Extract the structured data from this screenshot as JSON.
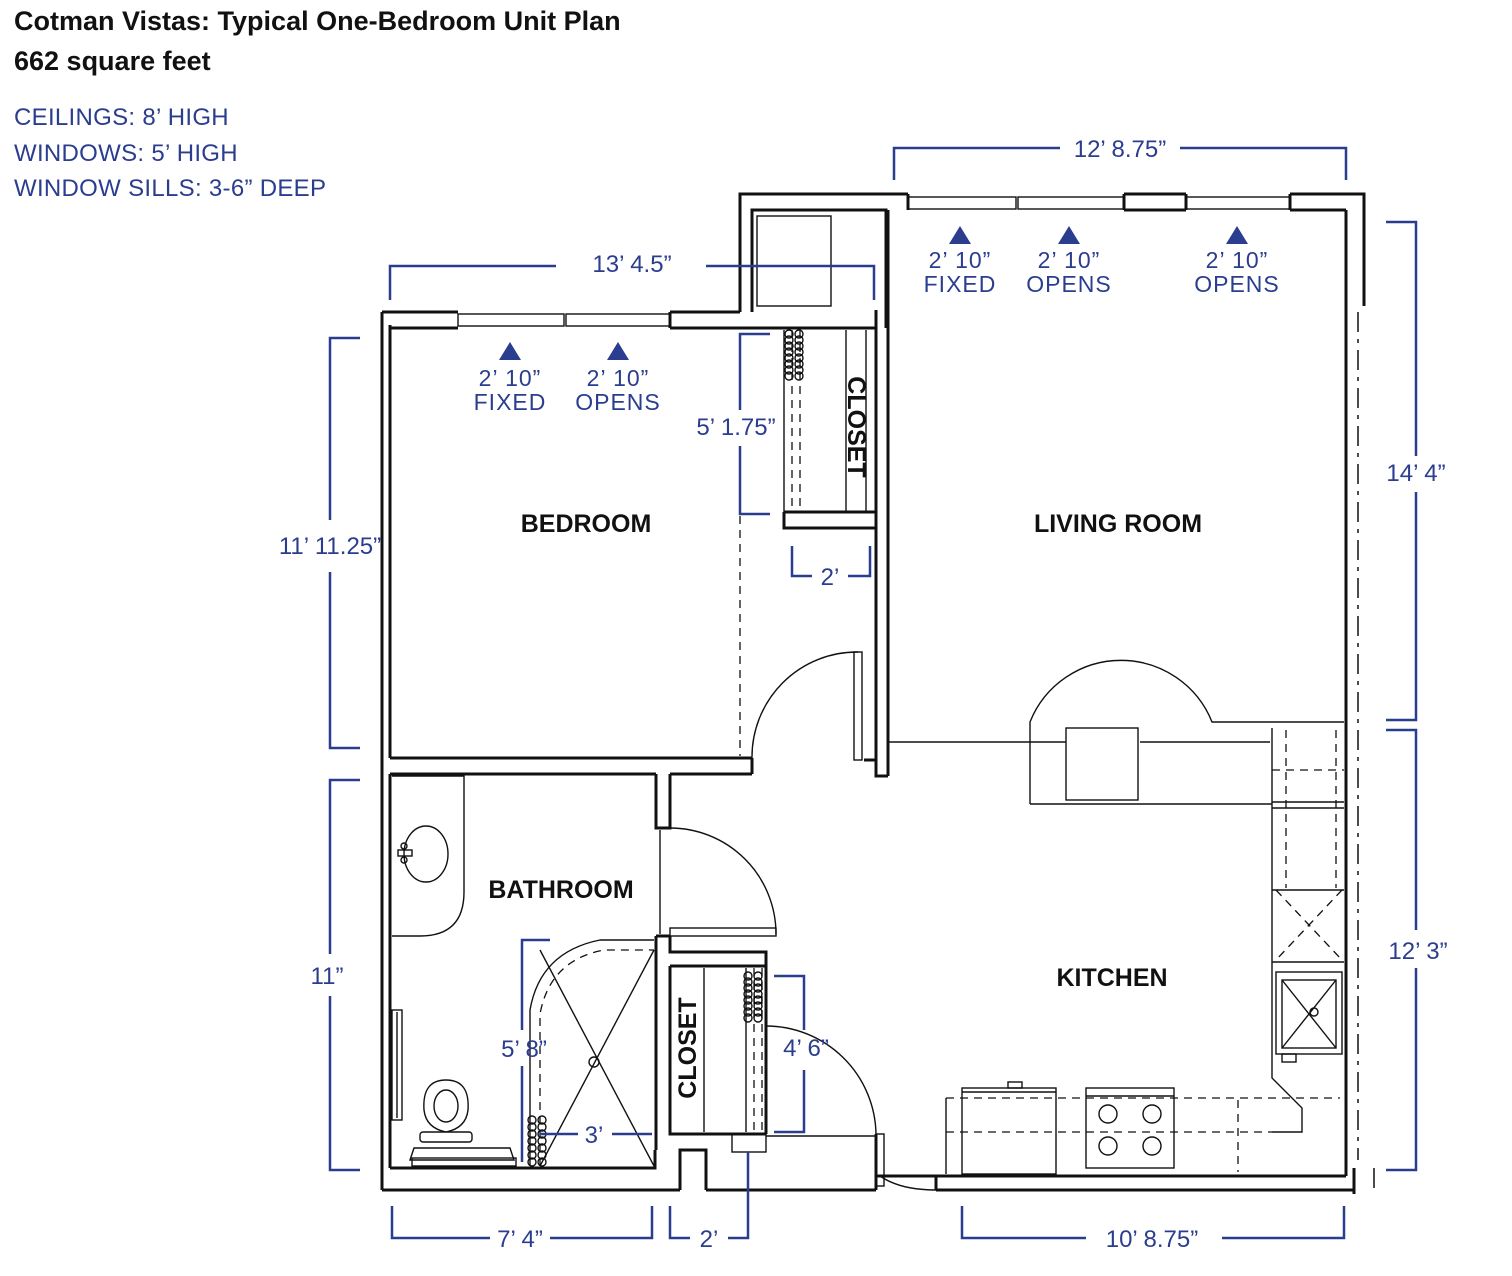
{
  "header": {
    "title": "Cotman Vistas: Typical One-Bedroom Unit Plan",
    "area": "662 square feet"
  },
  "specs": [
    "CEILINGS: 8’ HIGH",
    "WINDOWS: 5’ HIGH",
    "WINDOW SILLS: 3-6” DEEP"
  ],
  "rooms": {
    "bedroom": "BEDROOM",
    "living_room": "LIVING ROOM",
    "bathroom": "BATHROOM",
    "kitchen": "KITCHEN",
    "closet_bedroom": "CLOSET",
    "closet_hall": "CLOSET"
  },
  "windows": {
    "bedroom": [
      {
        "size": "2’ 10”",
        "type": "FIXED"
      },
      {
        "size": "2’ 10”",
        "type": "OPENS"
      }
    ],
    "living": [
      {
        "size": "2’ 10”",
        "type": "FIXED"
      },
      {
        "size": "2’ 10”",
        "type": "OPENS"
      },
      {
        "size": "2’ 10”",
        "type": "OPENS"
      }
    ]
  },
  "dimensions": {
    "living_width": "12’ 8.75”",
    "bedroom_width": "13’ 4.5”",
    "bedroom_depth": "11’ 11.25”",
    "closet_depth": "5’ 1.75”",
    "closet_width": "2’",
    "living_depth": "14’ 4”",
    "bathroom_depth": "11”",
    "kitchen_depth": "12’ 3”",
    "shower_length": "5’ 8”",
    "shower_width": "3’",
    "hall_closet_depth": "4’ 6”",
    "bathroom_width": "7’ 4”",
    "hall_closet_width": "2’",
    "kitchen_width": "10’ 8.75”"
  }
}
